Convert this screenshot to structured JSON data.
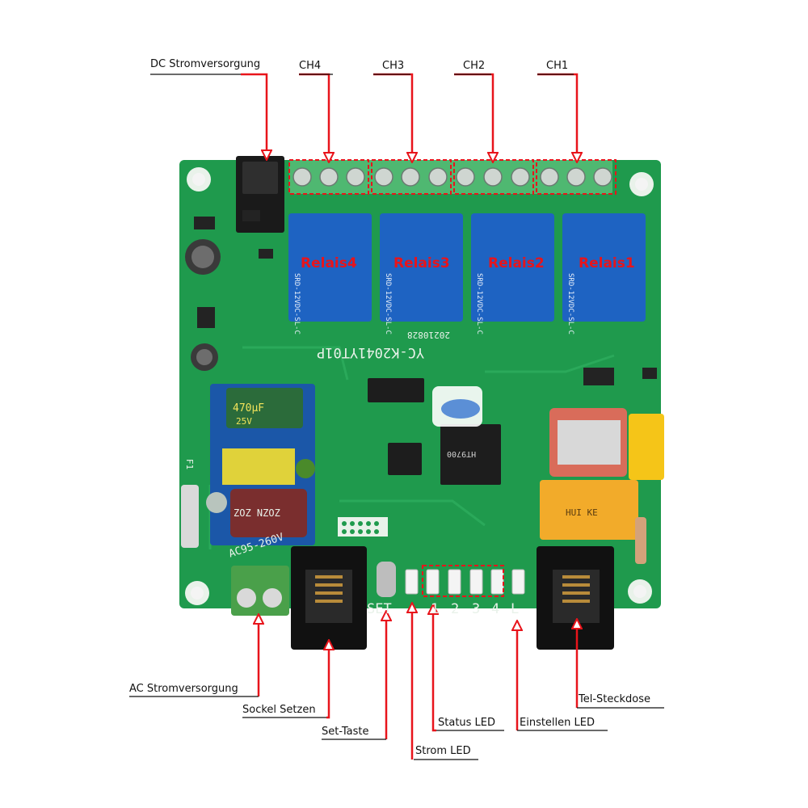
{
  "callouts": {
    "dc_power": "DC Stromversorgung",
    "ch4": "CH4",
    "ch3": "CH3",
    "ch2": "CH2",
    "ch1": "CH1",
    "ac_power": "AC Stromversorgung",
    "socket_set": "Sockel Setzen",
    "set_button": "Set-Taste",
    "power_led": "Strom LED",
    "status_led": "Status LED",
    "setting_led": "Einstellen LED",
    "tel_socket": "Tel-Steckdose"
  },
  "relays": [
    {
      "overlay": "Relais4",
      "model": "SRD-12VDC-SL-C"
    },
    {
      "overlay": "Relais3",
      "model": "SRD-12VDC-SL-C"
    },
    {
      "overlay": "Relais2",
      "model": "SRD-12VDC-SL-C"
    },
    {
      "overlay": "Relais1",
      "model": "SRD-12VDC-SL-C"
    }
  ],
  "board": {
    "model": "YC-K2041YT01P",
    "date": "20210828",
    "input_range": "AC95-260V",
    "set_mark": "SET",
    "led_numbers": [
      "1",
      "2",
      "3",
      "4"
    ],
    "l_mark": "L",
    "cap_label": "470μF",
    "cap_voltage": "25V",
    "varistor_label": "ZOZ NZOZ",
    "ic2_label": "HT9700",
    "fuse_label": "F1",
    "aux_relay_label": "HUI KE"
  },
  "colors": {
    "pcb": "#1f9a4d",
    "pcb_dark": "#16803e",
    "relay": "#1e63c2",
    "terminal": "#4fb871",
    "callout": "#e8141b"
  }
}
